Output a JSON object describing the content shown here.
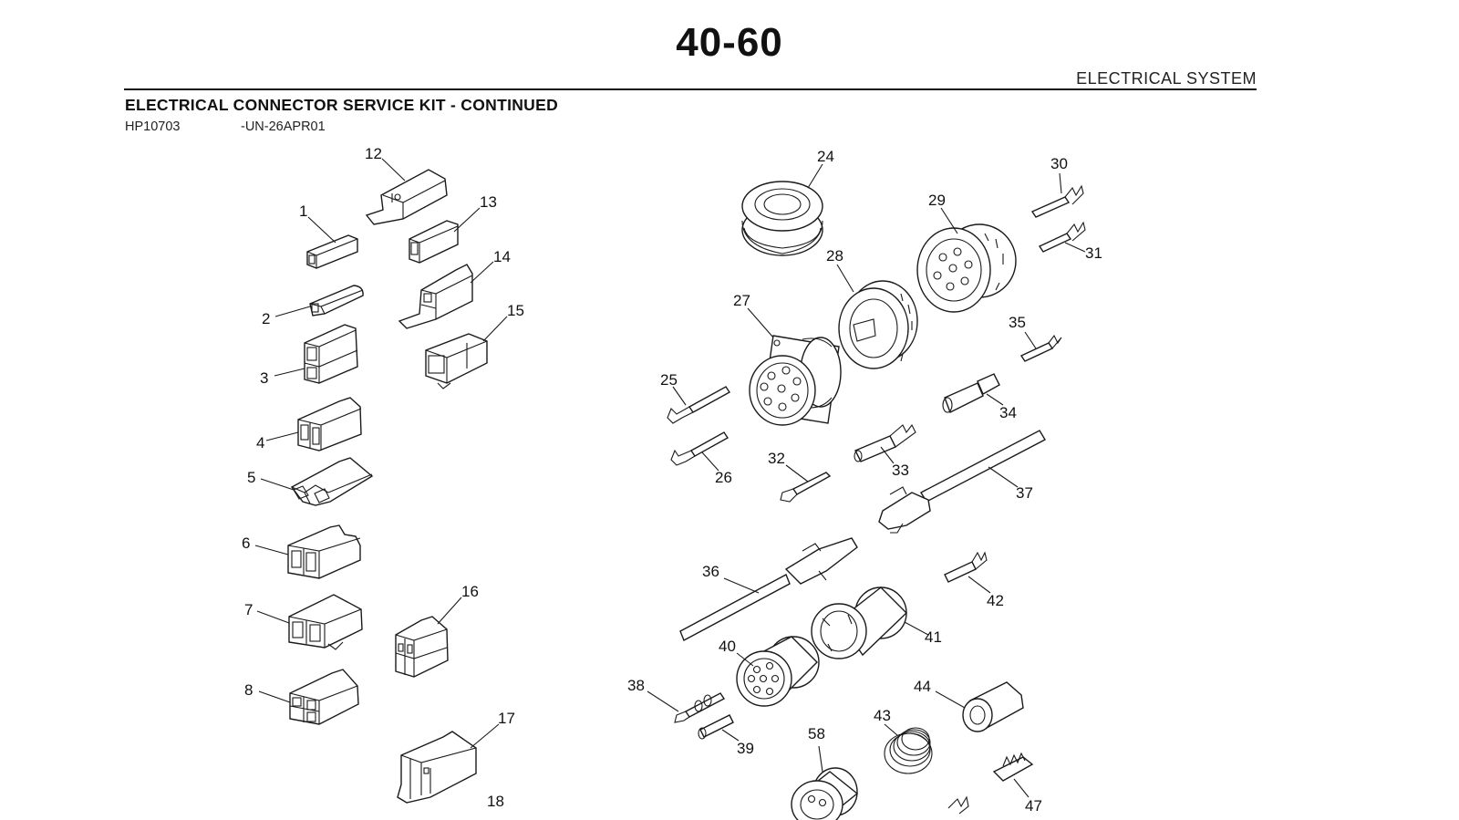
{
  "header": {
    "page_number": "40-60",
    "section": "ELECTRICAL SYSTEM",
    "title": "ELECTRICAL CONNECTOR SERVICE KIT - CONTINUED",
    "figure_code": "HP10703",
    "figure_date": "-UN-26APR01"
  },
  "callouts": [
    "1",
    "2",
    "3",
    "4",
    "5",
    "6",
    "7",
    "8",
    "12",
    "13",
    "14",
    "15",
    "16",
    "17",
    "18",
    "24",
    "25",
    "26",
    "27",
    "28",
    "29",
    "30",
    "31",
    "32",
    "33",
    "34",
    "35",
    "36",
    "37",
    "38",
    "39",
    "40",
    "41",
    "42",
    "43",
    "44",
    "47",
    "58"
  ]
}
